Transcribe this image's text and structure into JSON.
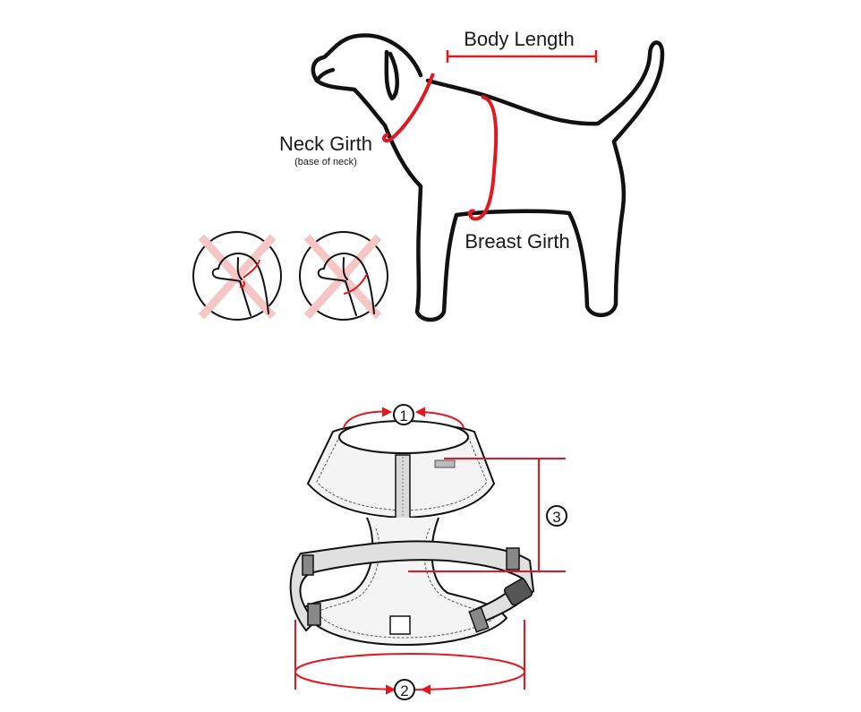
{
  "dog_diagram": {
    "body_length_label": "Body Length",
    "neck_girth_label": "Neck Girth",
    "neck_girth_note": "(base of neck)",
    "breast_girth_label": "Breast Girth",
    "wrong_examples": [
      "x-mark-icon",
      "x-mark-icon"
    ]
  },
  "harness_diagram": {
    "markers": [
      "1",
      "2",
      "3"
    ]
  },
  "colors": {
    "measure_red": "#e4161f",
    "wrong_mark_pink": "#f6c6c6",
    "outline": "#111111",
    "harness_fill": "#f4f4f4"
  }
}
